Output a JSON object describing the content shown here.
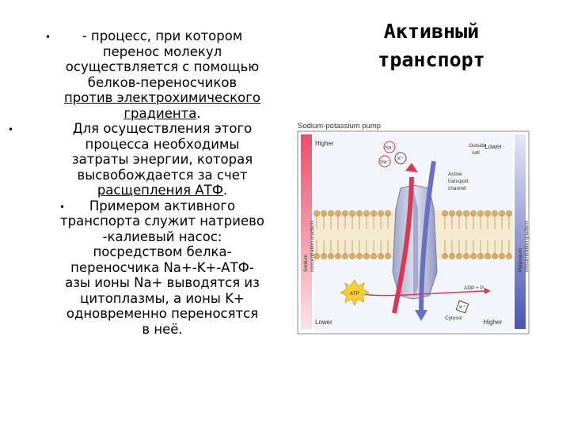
{
  "title": {
    "line1": "Активный",
    "line2": "транспорт"
  },
  "paragraph1": {
    "bullet": "•",
    "lines": [
      "- процесс, при котором",
      "перенос молекул",
      "осуществляется с помощью",
      "белков-переносчиков"
    ],
    "underlined_lines": [
      "против электрохимического",
      "градиента"
    ],
    "end": "."
  },
  "paragraph2": {
    "bullet": "•",
    "lines": [
      "Для осуществления этого",
      "процесса необходимы",
      "затраты энергии, которая",
      "высвобождается за счет"
    ],
    "underlined": "расщепления АТФ",
    "end": "."
  },
  "paragraph3": {
    "bullet": "•",
    "lines": [
      "Примером активного",
      "транспорта служит натриево",
      "-калиевый насос:",
      "посредством белка-",
      "переносчика Na+-K+-АТФ-",
      "азы ионы Na+ выводятся из",
      "цитоплазмы, а ионы K+",
      "одновременно переносятся",
      "в неё."
    ]
  },
  "figure": {
    "caption": "Sodium-potassium pump",
    "left_top": "Higher",
    "left_bottom": "Lower",
    "left_axis": [
      "Sodium",
      "concentration gradient"
    ],
    "right_top": "Lower",
    "right_bottom": "Higher",
    "right_axis": [
      "Potassium",
      "concentration gradient"
    ],
    "outside": [
      "Outside",
      "cell"
    ],
    "channel": [
      "Active",
      "transport",
      "channel"
    ],
    "cytosol": "Cytosol",
    "adp": "ADP + Pᵢ",
    "atp": "ATP",
    "ion_na": "Na⁺",
    "ion_k": "K⁺",
    "colors": {
      "left_gradient_top": "#e8506a",
      "right_gradient_bottom": "#4a55b0",
      "membrane": "#d8b070"
    }
  }
}
